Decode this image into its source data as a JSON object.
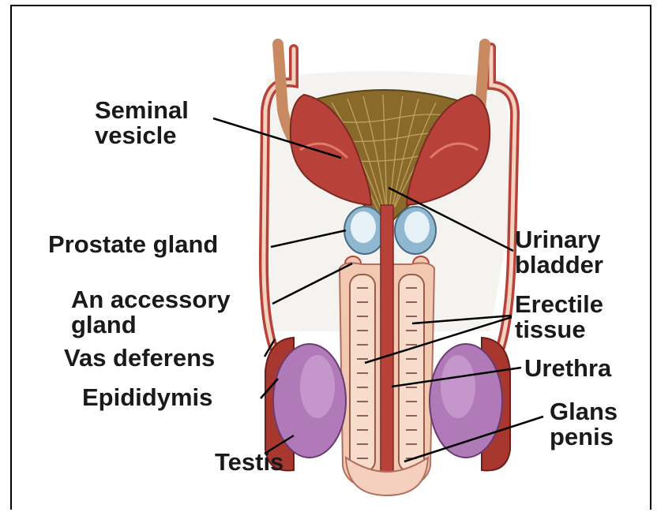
{
  "labels": {
    "seminal_vesicle": [
      "Seminal",
      "vesicle"
    ],
    "prostate_gland": "Prostate gland",
    "accessory_gland": [
      "An accessory",
      "gland"
    ],
    "vas_deferens": "Vas deferens",
    "epididymis": "Epididymis",
    "testis": "Testis",
    "urinary_bladder": [
      "Urinary",
      "bladder"
    ],
    "erectile_tissue": [
      "Erectile",
      "tissue"
    ],
    "urethra": "Urethra",
    "glans_penis": [
      "Glans",
      "penis"
    ]
  },
  "colors": {
    "vesicle": "#b8423a",
    "duct": "#c98a62",
    "bladder": "#8a6a2a",
    "prostate": "#8fb7cf",
    "erectile": "#f2c8b0",
    "testis": "#b07ab8",
    "epididymis": "#a8382f",
    "leader_lines": "#000000"
  }
}
